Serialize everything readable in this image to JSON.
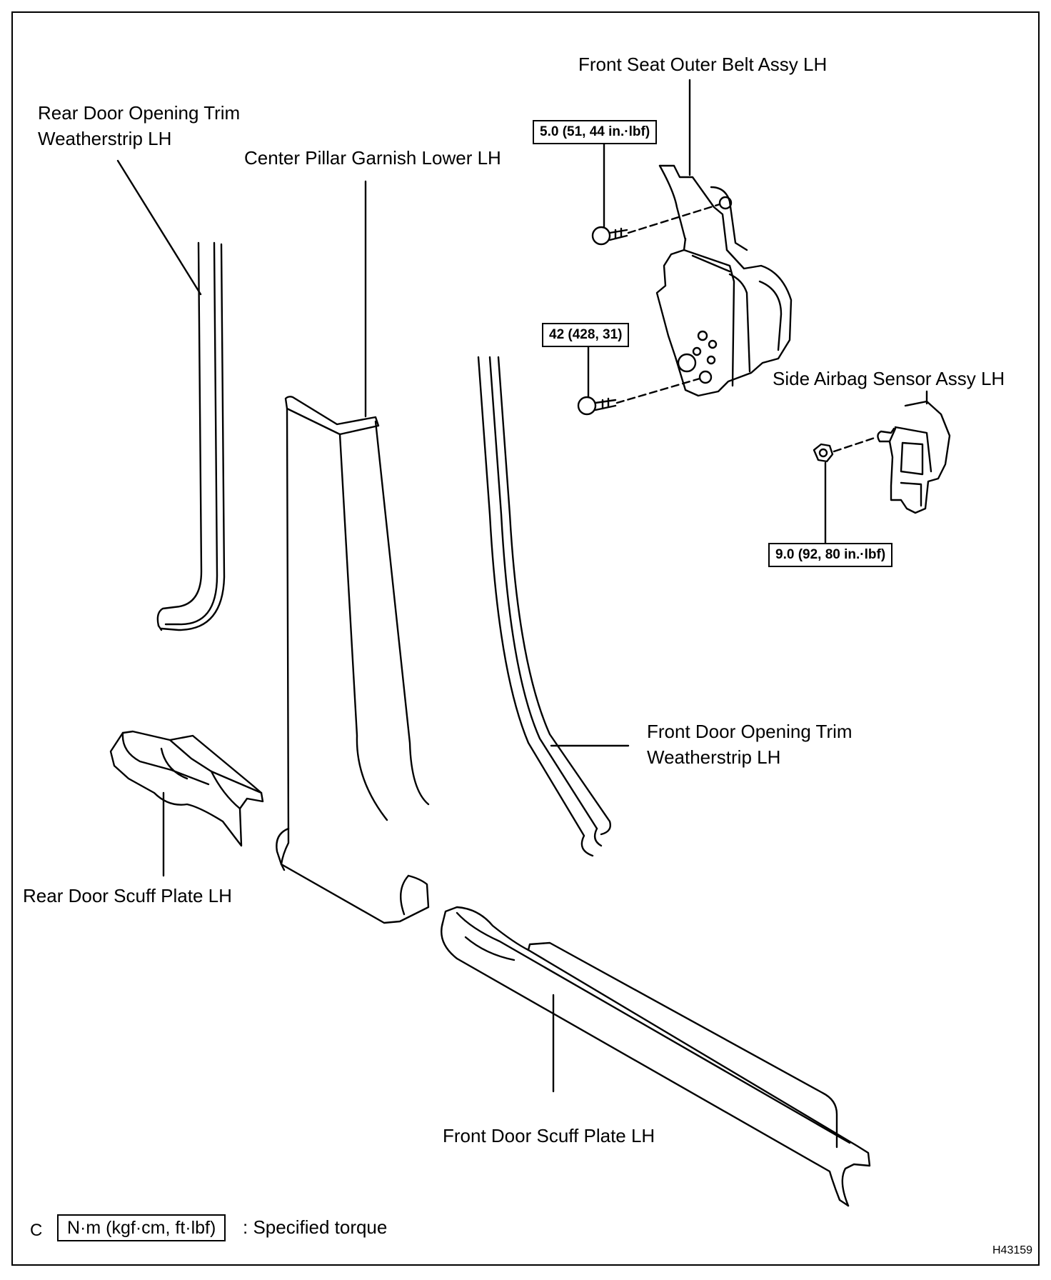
{
  "labels": {
    "front_seat_outer_belt": "Front Seat Outer Belt Assy LH",
    "rear_door_opening_trim": [
      "Rear Door Opening Trim",
      "Weatherstrip LH"
    ],
    "center_pillar_garnish": "Center Pillar Garnish Lower LH",
    "side_airbag_sensor": "Side Airbag Sensor Assy LH",
    "front_door_opening_trim": [
      "Front Door Opening Trim",
      "Weatherstrip LH"
    ],
    "rear_door_scuff_plate": "Rear Door Scuff Plate LH",
    "front_door_scuff_plate": "Front Door Scuff Plate LH"
  },
  "torques": {
    "belt_upper_bolt": "5.0 (51, 44 in.·lbf)",
    "belt_lower_bolt": "42 (428, 31)",
    "sensor_nut": "9.0 (92, 80 in.·lbf)"
  },
  "legend": {
    "prefix": "C",
    "units": "N·m (kgf·cm, ft·lbf)",
    "description": ": Specified torque"
  },
  "figure_id": "H43159"
}
